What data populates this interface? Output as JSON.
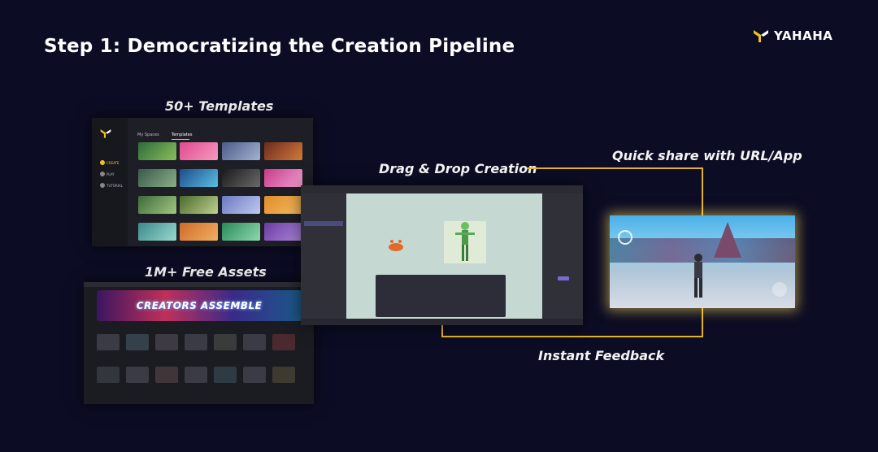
{
  "slide": {
    "title": "Step 1: Democratizing the Creation Pipeline"
  },
  "brand": {
    "logo_text": "YAHAHA",
    "accent": "#e8b21a"
  },
  "captions": {
    "templates": "50+ Templates",
    "assets": "1M+ Free Assets",
    "drag_drop": "Drag & Drop Creation",
    "quick_share": "Quick share with URL/App",
    "feedback": "Instant Feedback"
  },
  "templates_ui": {
    "tabs": [
      "My Spaces",
      "Templates"
    ],
    "sidebar": [
      "CREATE",
      "PLAY",
      "TUTORIAL"
    ]
  },
  "assets_ui": {
    "banner": "CREATORS ASSEMBLE"
  },
  "icons": [
    "yahaha-logo-icon",
    "play-icon"
  ]
}
